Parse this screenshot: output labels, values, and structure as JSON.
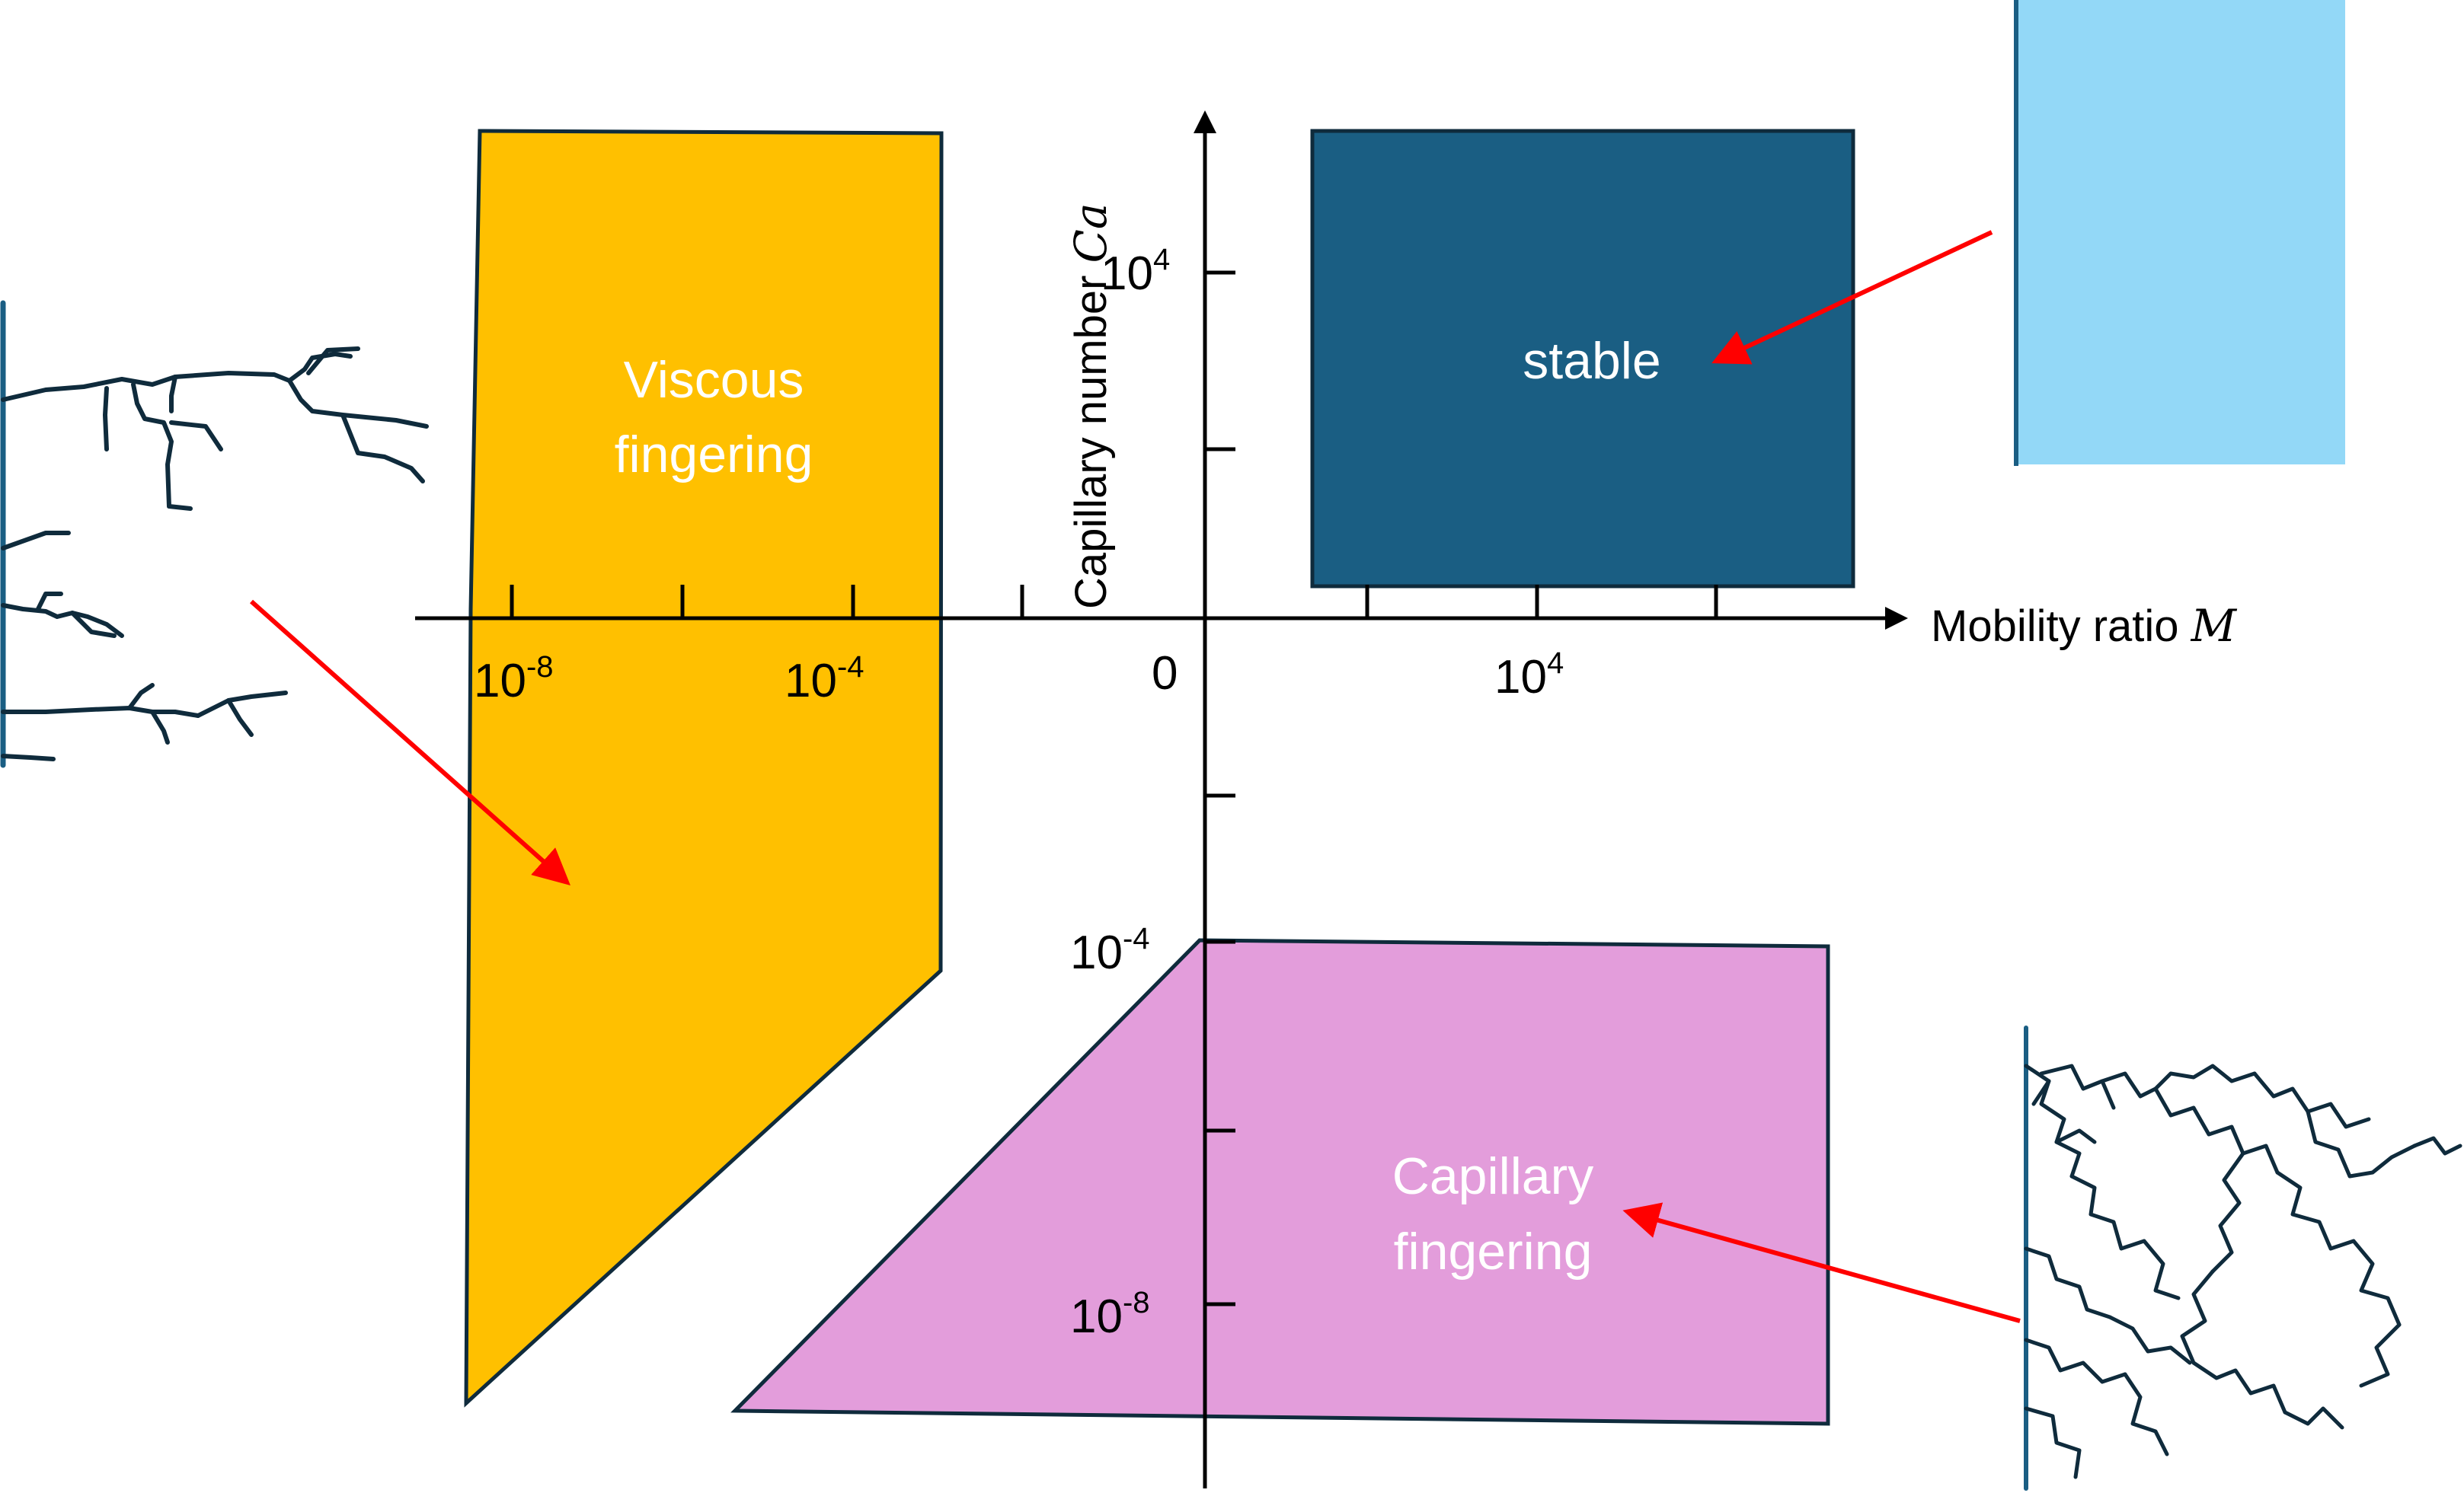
{
  "axes": {
    "x_title": "Mobility ratio",
    "x_symbol": "M",
    "y_title": "Capillary number",
    "y_symbol": "Ca",
    "origin_label": "0",
    "x_ticks": [
      {
        "base": "10",
        "exp": "-8"
      },
      {
        "base": "10",
        "exp": "-4"
      },
      {
        "base": "10",
        "exp": "4"
      }
    ],
    "y_ticks": [
      {
        "base": "10",
        "exp": "4"
      },
      {
        "base": "10",
        "exp": "-4"
      },
      {
        "base": "10",
        "exp": "-8"
      }
    ]
  },
  "regions": {
    "viscous": {
      "line1": "Viscous",
      "line2": "fingering",
      "color": "#FFC000"
    },
    "stable": {
      "label": "stable",
      "color": "#1A5E83"
    },
    "capillary": {
      "line1": "Capillary",
      "line2": "fingering",
      "color": "#E39DDB"
    }
  },
  "colors": {
    "arrow": "#FF0000",
    "outline": "#0F2B3C",
    "stable_pattern": "#93D8F7",
    "finger_stroke": "#0F2B3C"
  }
}
